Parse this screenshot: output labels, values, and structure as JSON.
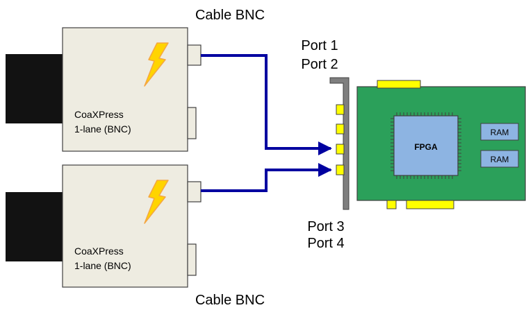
{
  "labels": {
    "cable_top": "Cable BNC",
    "cable_bottom": "Cable BNC",
    "port1": "Port 1",
    "port2": "Port 2",
    "port3": "Port 3",
    "port4": "Port 4"
  },
  "cameras": [
    {
      "line1": "CoaXPress",
      "line2": "1-lane (BNC)"
    },
    {
      "line1": "CoaXPress",
      "line2": "1-lane (BNC)"
    }
  ],
  "board": {
    "chip_label": "FPGA",
    "ram_labels": [
      "RAM",
      "RAM"
    ]
  },
  "colors": {
    "camera_body": "#eeece1",
    "lens": "#121212",
    "cable": "#0000a0",
    "pcb": "#2ba05a",
    "bracket": "#7f7f7f",
    "connector": "#ffff00",
    "chip": "#8db4e2",
    "bolt": "#ffd400"
  },
  "icons": {
    "camera_power": "lightning-bolt-icon"
  }
}
